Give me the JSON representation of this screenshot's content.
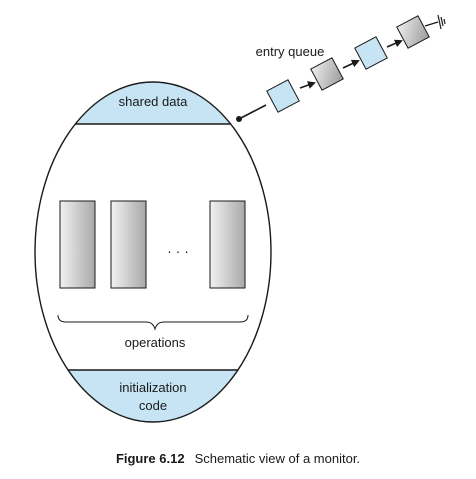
{
  "diagram": {
    "entry_queue_label": "entry queue",
    "shared_data_label": "shared data",
    "operations_label": "operations",
    "ellipsis": "· · ·",
    "init_code_line1": "initialization",
    "init_code_line2": "code",
    "operation_count_drawn": 3,
    "queue_items": [
      {
        "kind": "blue"
      },
      {
        "kind": "gray"
      },
      {
        "kind": "blue"
      },
      {
        "kind": "gray"
      }
    ]
  },
  "caption": {
    "figure_number": "Figure 6.12",
    "text": "Schematic view of a monitor."
  },
  "colors": {
    "light_blue": "#c6e4f4",
    "gray_light": "#f0f0f0",
    "gray_dark": "#a9a9a9",
    "outline": "#1a1a1a"
  }
}
